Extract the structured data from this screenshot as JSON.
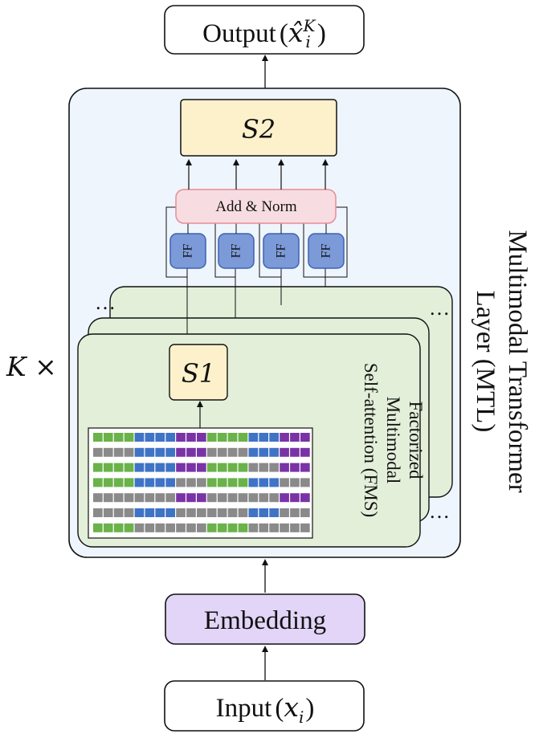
{
  "output": {
    "prefix": "Output",
    "var": "x̂",
    "sup": "K",
    "sub": "i"
  },
  "input": {
    "prefix": "Input",
    "var": "x",
    "sub": "i"
  },
  "embedding": {
    "label": "Embedding"
  },
  "mtl": {
    "line1": "Multimodal Transformer",
    "line2": "Layer (MTL)"
  },
  "repeat": {
    "label": "K ×"
  },
  "s2": {
    "label": "S2"
  },
  "s1": {
    "label": "S1"
  },
  "add_norm": {
    "label": "Add & Norm"
  },
  "ff": {
    "label": "FF"
  },
  "fms": {
    "line1": "Factorized",
    "line2": "Multimodal",
    "line3": "Self-attention (FMS)"
  },
  "ellipsis": "…",
  "colors": {
    "green": "#6ab24a",
    "blue": "#3f73c6",
    "purple": "#7a33a6",
    "gray": "#8a8a8a",
    "panel_bg": "#eef5fd",
    "stack_bg": "#e3efd9",
    "s_box": "#fdf1cc",
    "addnorm_bg": "#f7dde1",
    "addnorm_border": "#e88b95",
    "ff_bg": "#7c9ad8",
    "ff_border": "#3d63b3",
    "emb_bg": "#e2d5f7"
  },
  "attention_matrix": [
    [
      "green",
      "green",
      "green",
      "green",
      "blue",
      "blue",
      "blue",
      "blue",
      "purple",
      "purple",
      "purple",
      "green",
      "green",
      "green",
      "green",
      "blue",
      "blue",
      "blue",
      "purple",
      "purple",
      "purple"
    ],
    [
      "gray",
      "gray",
      "gray",
      "gray",
      "blue",
      "blue",
      "blue",
      "blue",
      "purple",
      "purple",
      "purple",
      "gray",
      "gray",
      "gray",
      "gray",
      "blue",
      "blue",
      "blue",
      "purple",
      "purple",
      "purple"
    ],
    [
      "green",
      "green",
      "green",
      "green",
      "blue",
      "blue",
      "blue",
      "blue",
      "purple",
      "purple",
      "purple",
      "green",
      "green",
      "green",
      "green",
      "gray",
      "gray",
      "gray",
      "purple",
      "purple",
      "purple"
    ],
    [
      "green",
      "green",
      "green",
      "green",
      "blue",
      "blue",
      "blue",
      "blue",
      "gray",
      "gray",
      "gray",
      "green",
      "green",
      "green",
      "green",
      "blue",
      "blue",
      "blue",
      "gray",
      "gray",
      "gray"
    ],
    [
      "gray",
      "gray",
      "gray",
      "gray",
      "gray",
      "gray",
      "gray",
      "gray",
      "purple",
      "purple",
      "purple",
      "gray",
      "gray",
      "gray",
      "gray",
      "gray",
      "gray",
      "gray",
      "purple",
      "purple",
      "purple"
    ],
    [
      "gray",
      "gray",
      "gray",
      "gray",
      "blue",
      "blue",
      "blue",
      "blue",
      "gray",
      "gray",
      "gray",
      "gray",
      "gray",
      "gray",
      "gray",
      "blue",
      "blue",
      "blue",
      "gray",
      "gray",
      "gray"
    ],
    [
      "green",
      "green",
      "green",
      "green",
      "gray",
      "gray",
      "gray",
      "gray",
      "gray",
      "gray",
      "gray",
      "green",
      "green",
      "green",
      "green",
      "gray",
      "gray",
      "gray",
      "gray",
      "gray",
      "gray"
    ]
  ]
}
